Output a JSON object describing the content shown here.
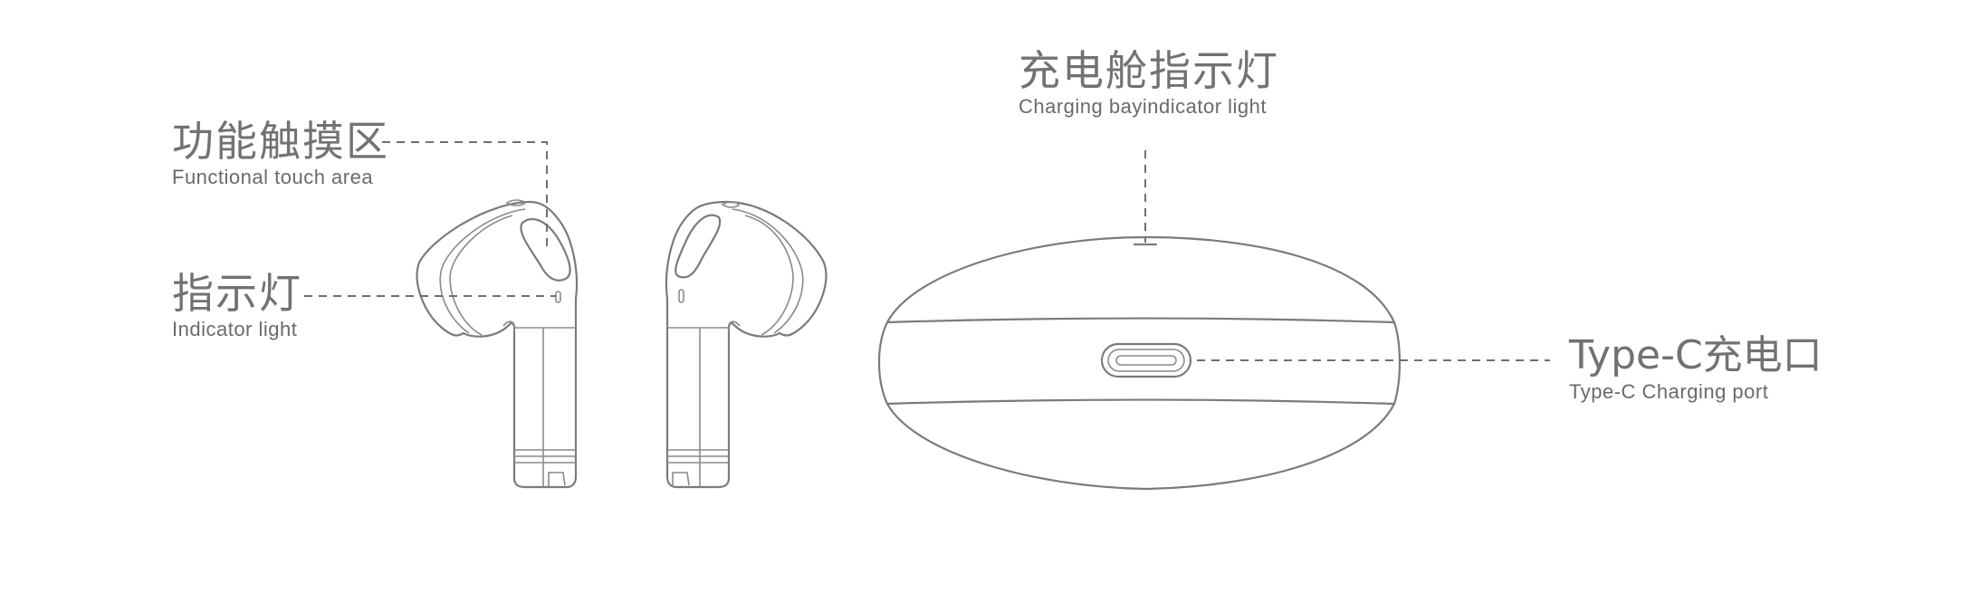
{
  "callouts": {
    "touch_area": {
      "cn": "功能触摸区",
      "en": "Functional touch area"
    },
    "indicator": {
      "cn": "指示灯",
      "en": "Indicator light"
    },
    "bay_indicator": {
      "cn": "充电舱指示灯",
      "en": "Charging bayindicator light"
    },
    "typec_port": {
      "cn": "Type-C充电口",
      "en": "Type-C Charging port"
    }
  },
  "components": [
    "left-earbud",
    "right-earbud",
    "charging-case",
    "usb-c-port"
  ],
  "colors": {
    "line_art": "#7b7b7b",
    "text": "#6f6f6f",
    "background": "#ffffff"
  }
}
